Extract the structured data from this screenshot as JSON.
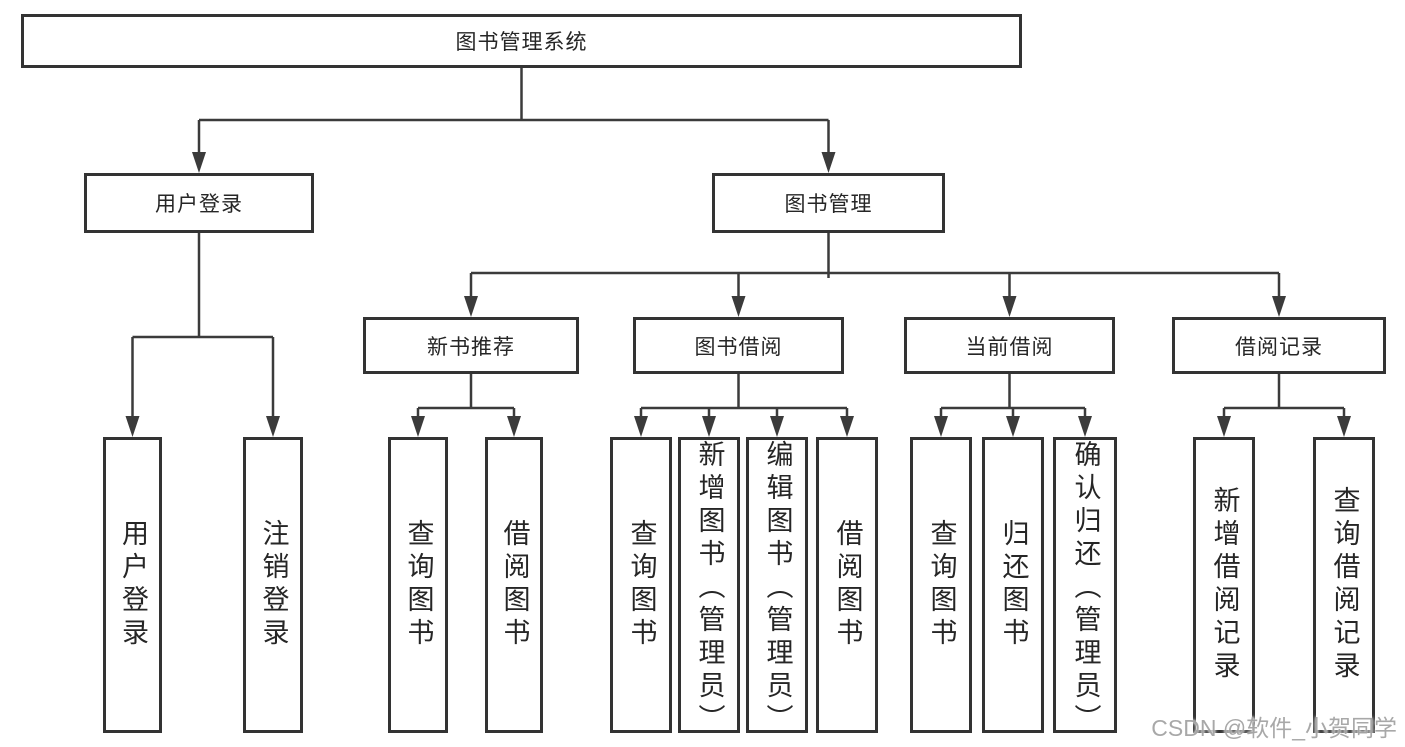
{
  "watermark": "CSDN @软件_小贺同学",
  "colors": {
    "line": "#3b3b3b",
    "border": "#333333",
    "text": "#262626",
    "watermark": "#9e9e9e"
  },
  "nodes": {
    "root": {
      "label": "图书管理系统"
    },
    "level2": [
      {
        "id": "user-login",
        "label": "用户登录"
      },
      {
        "id": "book-management",
        "label": "图书管理"
      }
    ],
    "level3": [
      {
        "id": "new-book-recommendation",
        "label": "新书推荐"
      },
      {
        "id": "book-borrowing",
        "label": "图书借阅"
      },
      {
        "id": "current-borrowing",
        "label": "当前借阅"
      },
      {
        "id": "borrowing-records",
        "label": "借阅记录"
      }
    ],
    "leaves": [
      {
        "group": "user-login",
        "label": "用户登录"
      },
      {
        "group": "user-login",
        "label": "注销登录"
      },
      {
        "group": "new-book-recommendation",
        "label": "查询图书"
      },
      {
        "group": "new-book-recommendation",
        "label": "借阅图书"
      },
      {
        "group": "book-borrowing",
        "label": "查询图书"
      },
      {
        "group": "book-borrowing",
        "label": "新增图书（管理员）"
      },
      {
        "group": "book-borrowing",
        "label": "编辑图书（管理员）"
      },
      {
        "group": "book-borrowing",
        "label": "借阅图书"
      },
      {
        "group": "current-borrowing",
        "label": "查询图书"
      },
      {
        "group": "current-borrowing",
        "label": "归还图书"
      },
      {
        "group": "current-borrowing",
        "label": "确认归还（管理员）"
      },
      {
        "group": "borrowing-records",
        "label": "新增借阅记录"
      },
      {
        "group": "borrowing-records",
        "label": "查询借阅记录"
      }
    ]
  }
}
